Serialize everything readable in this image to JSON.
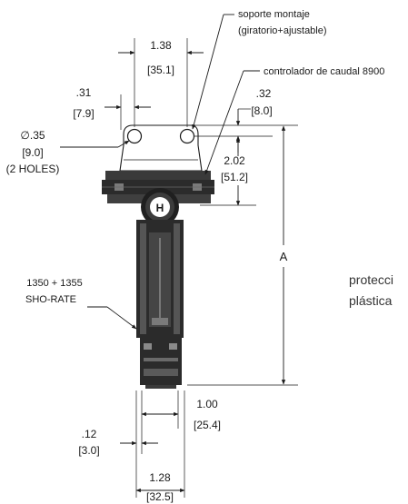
{
  "annotations": {
    "mount_label_line1": "soporte montaje",
    "mount_label_line2": "(giratorio+ajustable)",
    "controller_label": "controlador de caudal 8900",
    "protection_line1": "protecci",
    "protection_line2": "plástica",
    "model_line1": "1350 + 1355",
    "model_line2": "SHO-RATE"
  },
  "dimensions": {
    "top_width_in": "1.38",
    "top_width_mm": "[35.1]",
    "hole_offset_in": ".31",
    "hole_offset_mm": "[7.9]",
    "top_offset_in": ".32",
    "top_offset_mm": "[8.0]",
    "hole_dia": "∅.35",
    "hole_dia_mm": "[9.0]",
    "hole_count": "(2 HOLES)",
    "height_in": "2.02",
    "height_mm": "[51.2]",
    "overall": "A",
    "body_width_in": "1.00",
    "body_width_mm": "[25.4]",
    "side_offset_in": ".12",
    "side_offset_mm": "[3.0]",
    "base_width_in": "1.28",
    "base_width_mm": "[32.5]"
  },
  "colors": {
    "body_dark": "#2b2b2b",
    "body_mid": "#4a4a4a",
    "highlight": "#9a9a9a",
    "line": "#1a1a1a"
  }
}
